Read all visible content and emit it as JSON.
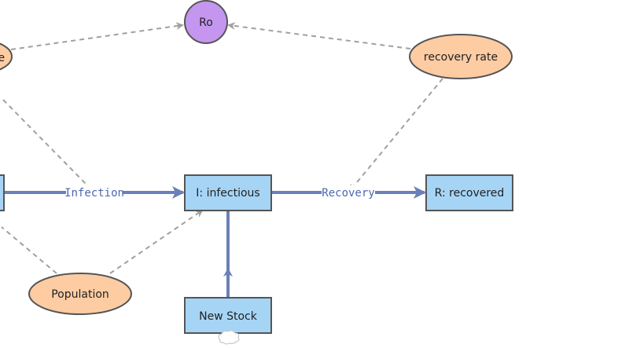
{
  "nodes": {
    "ro": "Ro",
    "recovery_rate": "recovery rate",
    "infection_rate_partial": "te",
    "infectious": "I: infectious",
    "recovered": "R: recovered",
    "population": "Population",
    "new_stock": "New Stock"
  },
  "flows": {
    "infection": "Infection",
    "recovery": "Recovery"
  },
  "colors": {
    "stock_fill": "#a6d4f5",
    "stock_border": "#555555",
    "variable_fill": "#fdcca3",
    "constant_fill": "#c596f0",
    "flow": "#6a80b8",
    "link": "#a0a0a0"
  }
}
